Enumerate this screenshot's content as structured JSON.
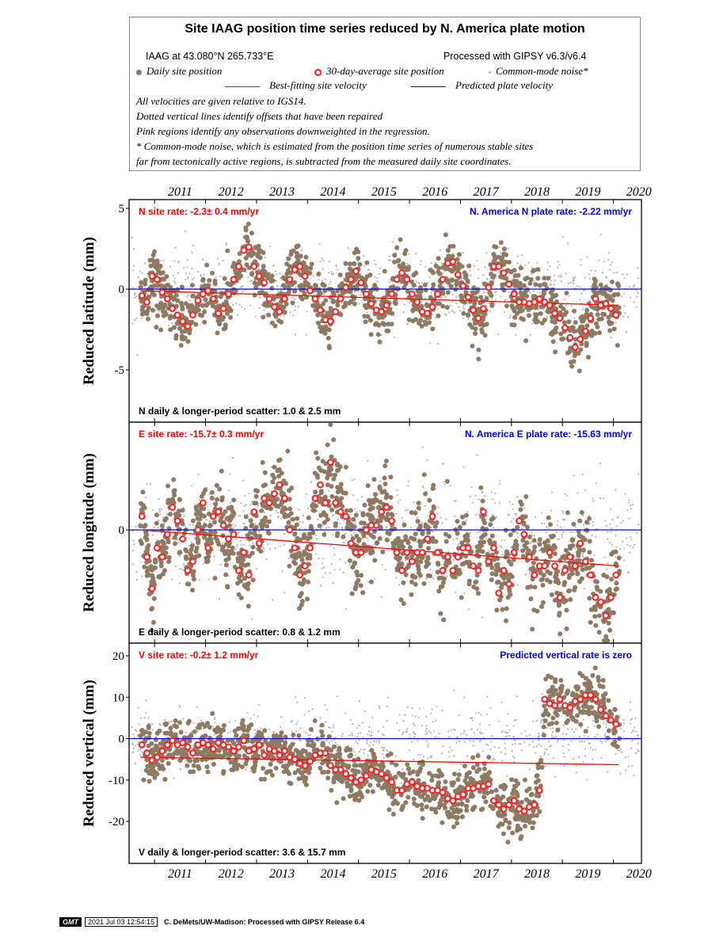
{
  "legend": {
    "title": "Site IAAG position time series reduced by N. America plate motion",
    "site_loc": "IAAG at 43.080°N 265.733°E",
    "processed": "Processed with GIPSY v6.3/v6.4",
    "daily": "Daily site position",
    "avg30": "30-day-average site position",
    "cmn": "Common-mode noise*",
    "bestfit": "Best-fitting site velocity",
    "predicted": "Predicted plate velocity",
    "notes": [
      "All velocities are given relative to IGS14.",
      "Dotted vertical lines identify offsets that have been repaired",
      "Pink regions identify any observations downweighted in the regression.",
      "* Common-mode noise, which is estimated from the position time series of numerous stable sites",
      "far from tectonically active regions, is subtracted from the measured daily site coordinates."
    ]
  },
  "colors": {
    "daily": "#8e7a63",
    "avg_ring": "#ff2020",
    "cmn": "#b4b4b4",
    "site_rate": "#ff0000",
    "plate_rate": "#0000ff"
  },
  "years": [
    "2011",
    "2012",
    "2013",
    "2014",
    "2015",
    "2016",
    "2017",
    "2018",
    "2019",
    "2020"
  ],
  "chart_data": [
    {
      "type": "scatter",
      "id": "north",
      "ylabel": "Reduced latitude (mm)",
      "ylim": [
        -8,
        5
      ],
      "yticks": [
        5,
        0,
        -5
      ],
      "site_rate_label": "N site rate:  -2.3± 0.4 mm/yr",
      "plate_rate_label": "N. America N plate rate: -2.22 mm/yr",
      "scatter_label": "N daily & longer-period scatter:   1.0 &   2.5 mm",
      "fit_line": {
        "x": [
          2010.72,
          2020.1
        ],
        "y": [
          -0.1,
          -1.0
        ]
      },
      "avg_30day": {
        "x": [
          2010.75,
          2010.85,
          2010.95,
          2011.05,
          2011.15,
          2011.25,
          2011.35,
          2011.45,
          2011.55,
          2011.65,
          2011.75,
          2011.85,
          2011.95,
          2012.05,
          2012.15,
          2012.25,
          2012.35,
          2012.45,
          2012.55,
          2012.65,
          2012.75,
          2012.85,
          2012.95,
          2013.05,
          2013.15,
          2013.25,
          2013.35,
          2013.45,
          2013.55,
          2013.65,
          2013.75,
          2013.85,
          2013.95,
          2014.05,
          2014.15,
          2014.25,
          2014.35,
          2014.45,
          2014.55,
          2014.65,
          2014.75,
          2014.85,
          2014.95,
          2015.05,
          2015.15,
          2015.25,
          2015.35,
          2015.45,
          2015.55,
          2015.65,
          2015.75,
          2015.85,
          2015.95,
          2016.05,
          2016.15,
          2016.25,
          2016.35,
          2016.45,
          2016.55,
          2016.65,
          2016.75,
          2016.85,
          2016.95,
          2017.05,
          2017.15,
          2017.25,
          2017.35,
          2017.45,
          2017.55,
          2017.65,
          2017.75,
          2017.85,
          2017.95,
          2018.05,
          2018.15,
          2018.25,
          2018.35,
          2018.45,
          2018.55,
          2018.65,
          2018.75,
          2018.85,
          2018.95,
          2019.05,
          2019.15,
          2019.25,
          2019.35,
          2019.45,
          2019.55,
          2019.65,
          2019.75,
          2019.85,
          2019.95,
          2020.05
        ],
        "y": [
          -0.4,
          -0.8,
          0.8,
          0.6,
          -0.2,
          -0.6,
          -1.2,
          -1.6,
          -2.0,
          -2.3,
          -1.6,
          -0.7,
          -0.3,
          -0.1,
          -0.6,
          -1.5,
          -1.2,
          -0.3,
          0.6,
          1.4,
          2.4,
          2.6,
          1.4,
          0.8,
          0.4,
          -0.6,
          -1.1,
          -1.4,
          -0.6,
          0.6,
          1.2,
          1.4,
          0.8,
          -0.1,
          -0.6,
          -1.3,
          -1.9,
          -2.0,
          -1.4,
          -0.6,
          0.1,
          0.6,
          1.1,
          0.4,
          -0.3,
          -0.9,
          -1.3,
          -1.4,
          -1.0,
          -0.3,
          0.6,
          1.0,
          0.6,
          -0.3,
          -0.8,
          -1.4,
          -1.5,
          -1.1,
          -0.3,
          0.6,
          1.6,
          1.7,
          0.9,
          0.2,
          -0.5,
          -1.3,
          -1.8,
          -1.2,
          0.1,
          1.4,
          1.4,
          1.0,
          0.3,
          -0.3,
          -0.8,
          -0.8,
          -0.9,
          -0.8,
          -0.6,
          -0.8,
          -1.0,
          -1.5,
          -1.8,
          -2.4,
          -3.0,
          -3.6,
          -3.1,
          -2.6,
          -1.8,
          -0.6,
          -1.0,
          -0.9,
          -1.2,
          -1.6
        ]
      }
    },
    {
      "type": "scatter",
      "id": "east",
      "ylabel": "Reduced longitude (mm)",
      "ylim": [
        -2.6,
        2.3
      ],
      "yticks": [
        0
      ],
      "site_rate_label": "E site rate:  -15.7± 0.3 mm/yr",
      "plate_rate_label": "N. America E plate rate: -15.63 mm/yr",
      "scatter_label": "E daily & longer-period scatter:   0.8 &   1.2 mm",
      "fit_line": {
        "x": [
          2010.72,
          2020.1
        ],
        "y": [
          0.0,
          -0.8
        ]
      },
      "avg_30day": {
        "x": [
          2010.75,
          2010.85,
          2010.95,
          2011.05,
          2011.15,
          2011.25,
          2011.35,
          2011.45,
          2011.55,
          2011.65,
          2011.75,
          2011.85,
          2011.95,
          2012.05,
          2012.15,
          2012.25,
          2012.35,
          2012.45,
          2012.55,
          2012.65,
          2012.75,
          2012.85,
          2012.95,
          2013.05,
          2013.15,
          2013.25,
          2013.35,
          2013.45,
          2013.55,
          2013.65,
          2013.75,
          2013.85,
          2013.95,
          2014.05,
          2014.15,
          2014.25,
          2014.35,
          2014.45,
          2014.55,
          2014.65,
          2014.75,
          2014.85,
          2014.95,
          2015.05,
          2015.15,
          2015.25,
          2015.35,
          2015.45,
          2015.55,
          2015.65,
          2015.75,
          2015.85,
          2015.95,
          2016.05,
          2016.15,
          2016.25,
          2016.35,
          2016.45,
          2016.55,
          2016.65,
          2016.75,
          2016.85,
          2016.95,
          2017.05,
          2017.15,
          2017.25,
          2017.35,
          2017.45,
          2017.55,
          2017.65,
          2017.75,
          2017.85,
          2017.95,
          2018.05,
          2018.15,
          2018.25,
          2018.35,
          2018.45,
          2018.55,
          2018.65,
          2018.75,
          2018.85,
          2018.95,
          2019.05,
          2019.15,
          2019.25,
          2019.35,
          2019.45,
          2019.55,
          2019.65,
          2019.75,
          2019.85,
          2019.95,
          2020.05
        ],
        "y": [
          0.3,
          -0.6,
          -1.3,
          -0.4,
          -0.6,
          -0.1,
          0.5,
          0.2,
          -0.2,
          -0.9,
          -0.7,
          0.0,
          0.6,
          -0.4,
          0.3,
          0.4,
          0.1,
          -0.2,
          -0.1,
          -0.9,
          -0.5,
          -1.0,
          0.4,
          -0.3,
          0.7,
          0.6,
          0.8,
          1.0,
          0.7,
          0.0,
          -0.4,
          -1.0,
          -0.8,
          -0.4,
          0.7,
          1.0,
          0.6,
          1.5,
          0.6,
          0.4,
          0.3,
          -0.3,
          -0.5,
          -0.5,
          0.0,
          0.1,
          0.1,
          0.4,
          0.5,
          0.2,
          -0.5,
          -0.9,
          -0.5,
          -0.7,
          -0.5,
          -0.5,
          -0.2,
          0.3,
          -0.5,
          -0.9,
          -0.6,
          -0.9,
          -0.6,
          -0.4,
          -0.4,
          -0.8,
          -0.9,
          0.4,
          -0.7,
          -0.4,
          -1.4,
          -0.9,
          -1.2,
          -0.5,
          0.2,
          -0.1,
          -0.6,
          -1.0,
          -0.8,
          -0.8,
          -0.5,
          -0.8,
          -1.5,
          -0.9,
          -0.6,
          -0.8,
          -0.3,
          -0.7,
          -1.0,
          -1.5,
          -1.6,
          -1.9,
          -1.5,
          -1.0
        ]
      }
    },
    {
      "type": "scatter",
      "id": "vertical",
      "ylabel": "Reduced vertical (mm)",
      "ylim": [
        -27,
        22
      ],
      "yticks": [
        20,
        10,
        0,
        -10,
        -20
      ],
      "site_rate_label": "V site rate:  -0.2± 1.2 mm/yr",
      "plate_rate_label": "Predicted vertical rate is zero",
      "scatter_label": "V daily & longer-period scatter:   3.6 &  15.7 mm",
      "fit_line": {
        "x": [
          2010.72,
          2020.1
        ],
        "y": [
          -4.5,
          -6.3
        ]
      },
      "avg_30day": {
        "x": [
          2010.75,
          2010.85,
          2010.95,
          2011.05,
          2011.15,
          2011.25,
          2011.35,
          2011.45,
          2011.55,
          2011.65,
          2011.75,
          2011.85,
          2011.95,
          2012.05,
          2012.15,
          2012.25,
          2012.35,
          2012.45,
          2012.55,
          2012.65,
          2012.75,
          2012.85,
          2012.95,
          2013.05,
          2013.15,
          2013.25,
          2013.35,
          2013.45,
          2013.55,
          2013.65,
          2013.75,
          2013.85,
          2013.95,
          2014.05,
          2014.15,
          2014.25,
          2014.35,
          2014.45,
          2014.55,
          2014.65,
          2014.75,
          2014.85,
          2014.95,
          2015.05,
          2015.15,
          2015.25,
          2015.35,
          2015.45,
          2015.55,
          2015.65,
          2015.75,
          2015.85,
          2015.95,
          2016.05,
          2016.15,
          2016.25,
          2016.35,
          2016.45,
          2016.55,
          2016.65,
          2016.75,
          2016.85,
          2016.95,
          2017.05,
          2017.15,
          2017.25,
          2017.35,
          2017.45,
          2017.55,
          2017.65,
          2017.75,
          2017.85,
          2017.95,
          2018.05,
          2018.15,
          2018.25,
          2018.35,
          2018.45,
          2018.55,
          2018.65,
          2018.75,
          2018.85,
          2018.95,
          2019.05,
          2019.15,
          2019.25,
          2019.35,
          2019.45,
          2019.55,
          2019.65,
          2019.75,
          2019.85,
          2019.95,
          2020.05
        ],
        "y": [
          -1.5,
          -3.5,
          -5.2,
          -4.5,
          -3.0,
          -1.5,
          -0.5,
          -1.5,
          -1.0,
          -2.0,
          -3.5,
          -1.5,
          -1.0,
          -1.5,
          -2.5,
          -1.0,
          -1.5,
          -2.0,
          -3.0,
          -2.0,
          -0.5,
          -3.0,
          -2.5,
          -1.5,
          -4.0,
          -2.5,
          -3.0,
          -4.0,
          -3.0,
          -4.5,
          -5.0,
          -6.0,
          -6.5,
          -5.5,
          -4.0,
          -3.5,
          -3.5,
          -6.5,
          -7.5,
          -7.5,
          -8.5,
          -9.5,
          -10.5,
          -10.0,
          -9.0,
          -7.5,
          -8.0,
          -8.5,
          -9.5,
          -10.5,
          -12.5,
          -12.5,
          -11.0,
          -10.5,
          -11.5,
          -12.0,
          -12.0,
          -12.5,
          -12.5,
          -13.0,
          -14.5,
          -15.0,
          -14.0,
          -13.5,
          -12.0,
          -12.0,
          -11.5,
          -11.5,
          -11.0,
          -15.0,
          -16.0,
          -17.0,
          -16.0,
          -15.0,
          -17.0,
          -17.5,
          -16.5,
          -16.0,
          -12.5,
          9.5,
          8.5,
          8.0,
          9.5,
          8.0,
          7.5,
          9.0,
          9.5,
          10.5,
          10.5,
          9.5,
          7.0,
          5.5,
          4.5,
          3.5
        ]
      }
    }
  ],
  "footer": {
    "logo": "GMT",
    "timestamp": "2021 Jul 03 12:54:15",
    "credit": "C. DeMets/UW-Madison: Processed with GIPSY Release 6.4"
  }
}
